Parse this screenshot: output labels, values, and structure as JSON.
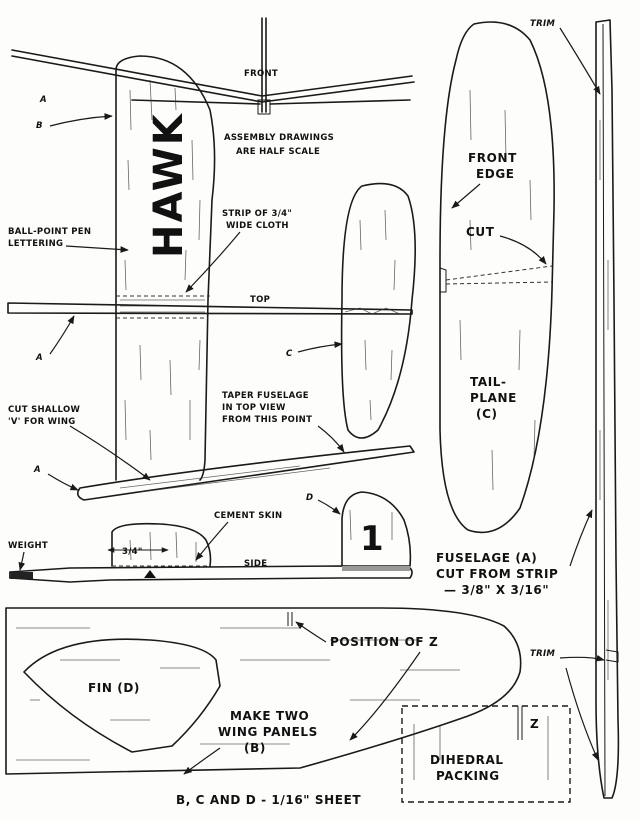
{
  "labels": {
    "front": "FRONT",
    "assembly_line1": "ASSEMBLY DRAWINGS",
    "assembly_line2": "ARE HALF SCALE",
    "hawk": "HAWK",
    "ballpoint_line1": "BALL-POINT PEN",
    "ballpoint_line2": "LETTERING",
    "strip_line1": "STRIP OF 3/4\"",
    "strip_line2": "WIDE CLOTH",
    "top": "TOP",
    "side": "SIDE",
    "taper_line1": "TAPER FUSELAGE",
    "taper_line2": "IN TOP VIEW",
    "taper_line3": "FROM THIS POINT",
    "cut_shallow_line1": "CUT SHALLOW",
    "cut_shallow_line2": "'V' FOR WING",
    "cement_skin": "CEMENT SKIN",
    "weight": "WEIGHT",
    "three_quarter": "3/4\"",
    "fin_number": "1",
    "part_a": "A",
    "part_b": "B",
    "part_c": "C",
    "part_d": "D",
    "trim": "TRIM",
    "front_edge_line1": "FRONT",
    "front_edge_line2": "EDGE",
    "cut": "CUT",
    "tailplane_line1": "TAIL-",
    "tailplane_line2": "PLANE",
    "tailplane_line3": "(C)",
    "fuselage_line1": "FUSELAGE (A)",
    "fuselage_line2": "CUT FROM STRIP",
    "fuselage_line3": "— 3/8\" X 3/16\"",
    "position_of_z": "POSITION OF Z",
    "fin_d": "FIN (D)",
    "make_two_line1": "MAKE TWO",
    "make_two_line2": "WING PANELS",
    "make_two_line3": "(B)",
    "z": "Z",
    "dihedral_line1": "DIHEDRAL",
    "dihedral_line2": "PACKING",
    "sheet": "B, C AND D - 1/16\" SHEET"
  }
}
